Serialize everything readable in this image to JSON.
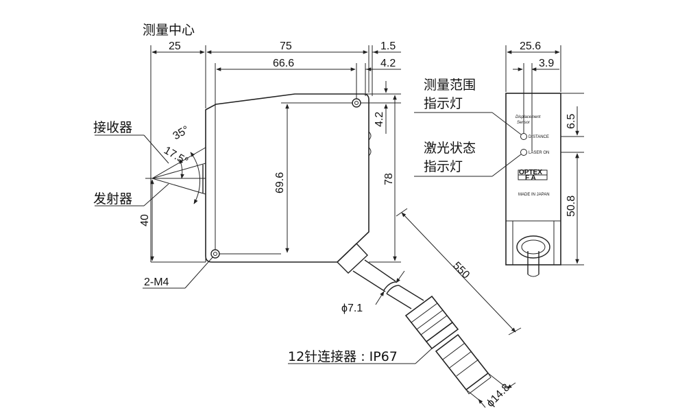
{
  "labels": {
    "measuring_center": "测量中心",
    "receiver": "接收器",
    "emitter": "发射器",
    "mount_holes": "2-M4",
    "range_indicator_l1": "测量范围",
    "range_indicator_l2": "指示灯",
    "laser_indicator_l1": "激光状态",
    "laser_indicator_l2": "指示灯",
    "connector": "12针连接器 : IP67",
    "cable_dia": "ϕ7.1",
    "connector_dia": "ϕ14.8"
  },
  "dimensions": {
    "d25": "25",
    "d75": "75",
    "d1_5": "1.5",
    "d66_6": "66.6",
    "d4_2_top": "4.2",
    "d4_2_side": "4.2",
    "d69_6": "69.6",
    "d78": "78",
    "d40": "40",
    "d35deg": "35°",
    "d17_5deg": "17.5°",
    "d550": "550",
    "d25_6": "25.6",
    "d3_9": "3.9",
    "d6_5": "6.5",
    "d50_8": "50.8"
  },
  "panel": {
    "title_l1": "Displacement",
    "title_l2": "Sensor",
    "distance_label": "DISTANCE",
    "laser_label": "LASER ON",
    "brand_top": "OPTEX",
    "brand_bottom": "F A",
    "made_in": "MADE IN JAPAN"
  }
}
